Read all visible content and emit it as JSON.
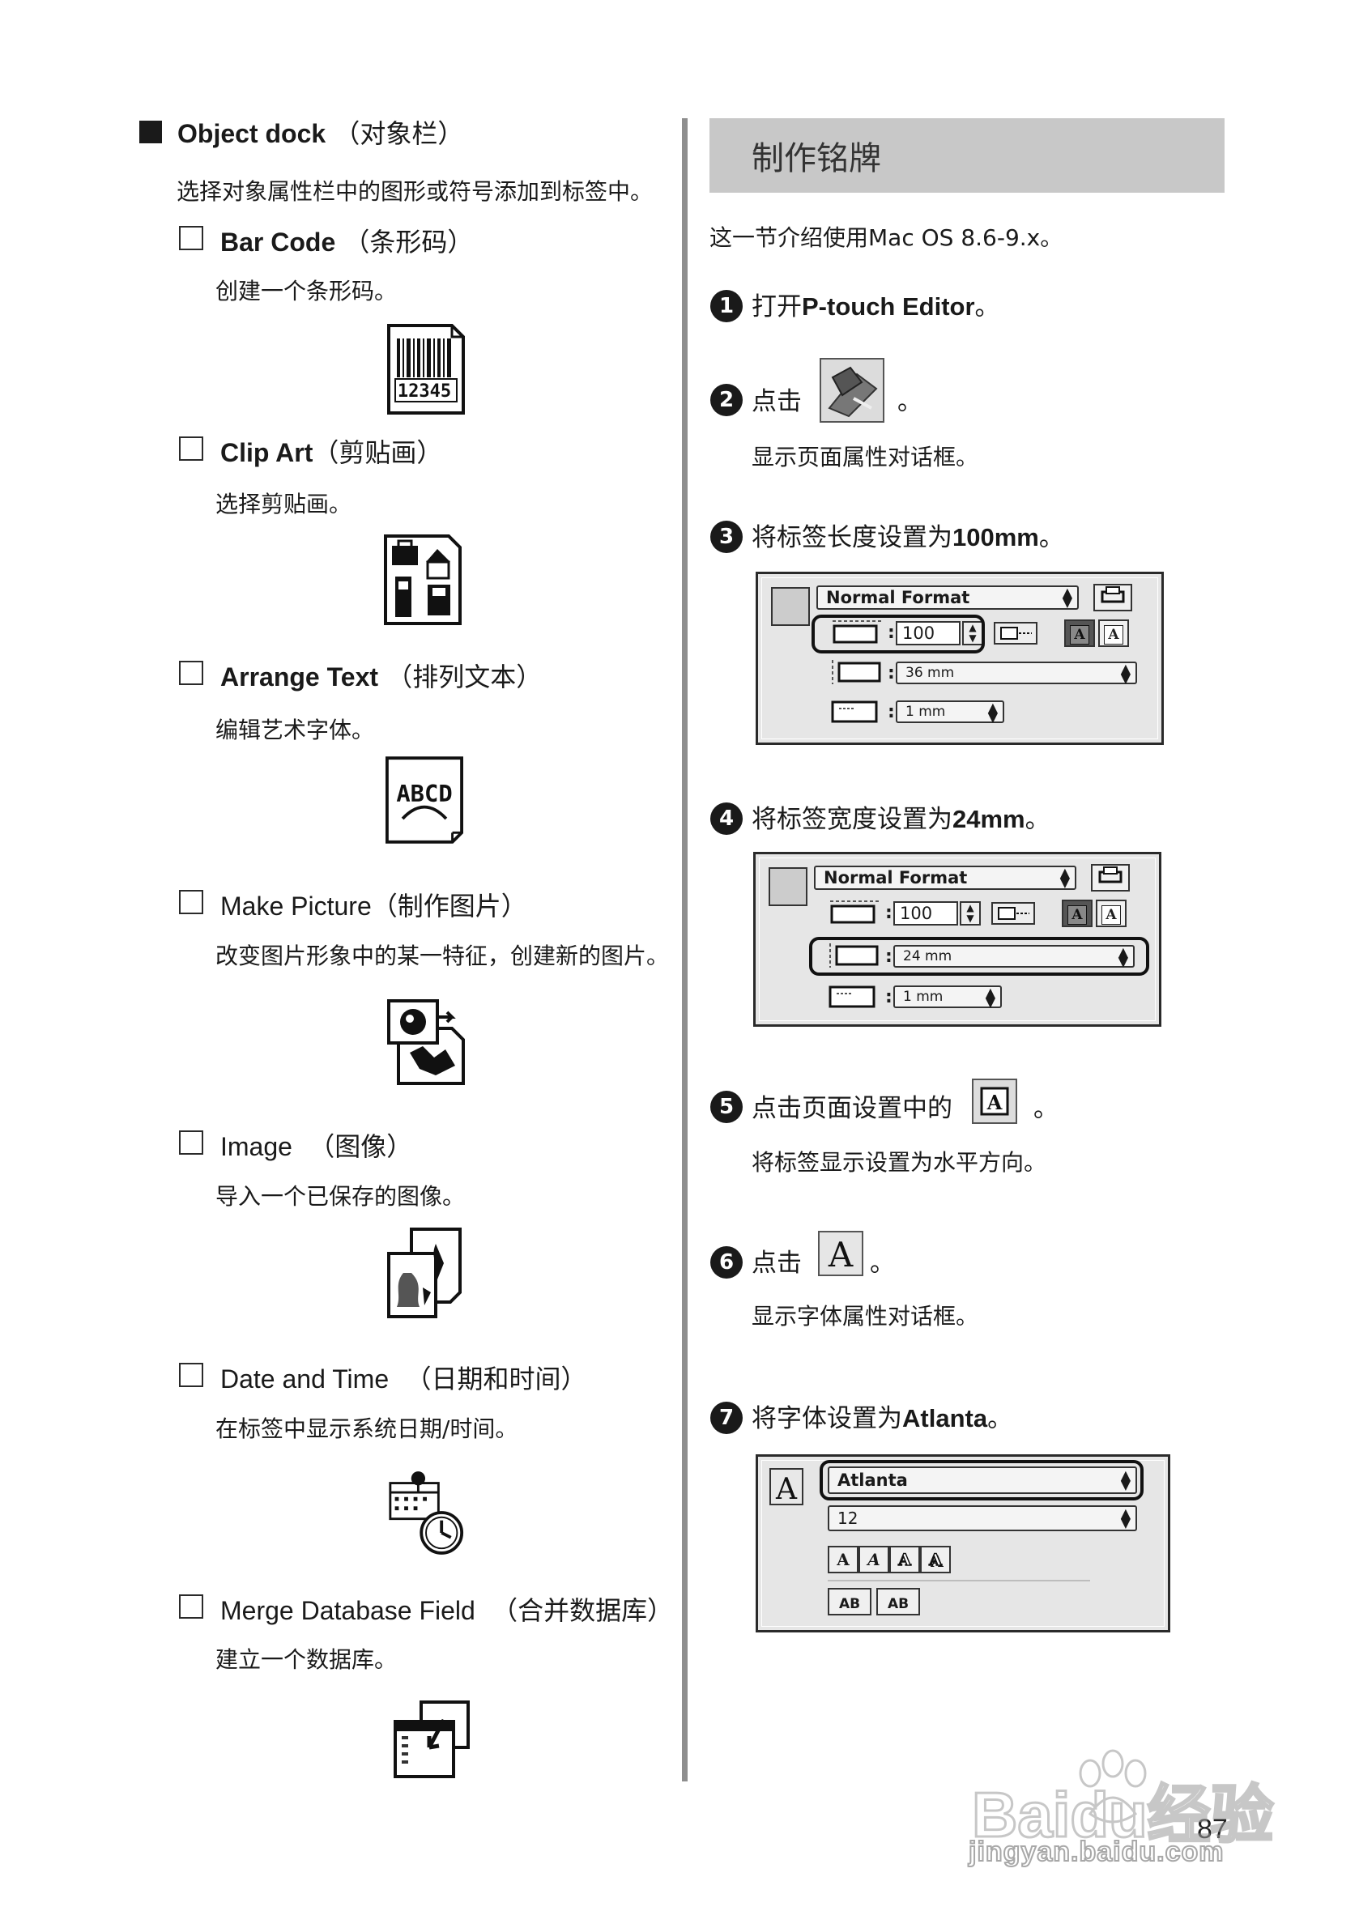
{
  "section": {
    "title_en": "Object dock",
    "title_cn": "（对象栏）",
    "description": "选择对象属性栏中的图形或符号添加到标签中。"
  },
  "items": [
    {
      "title_en": "Bar Code",
      "title_cn": "（条形码）",
      "description": "创建一个条形码。",
      "icon": "barcode-icon",
      "icon_text": "12345"
    },
    {
      "title_en": "Clip Art",
      "title_cn": "（剪贴画）",
      "description": "选择剪贴画。",
      "icon": "clip-art-icon"
    },
    {
      "title_en": "Arrange Text",
      "title_cn": "（排列文本）",
      "description": "编辑艺术字体。",
      "icon": "arrange-text-icon",
      "icon_text": "ABCD"
    },
    {
      "title_en": "Make Picture",
      "title_cn": "（制作图片）",
      "description": "改变图片形象中的某一特征，创建新的图片。",
      "icon": "make-picture-icon"
    },
    {
      "title_en": "Image",
      "title_cn": "（图像）",
      "description": "导入一个已保存的图像。",
      "icon": "image-icon"
    },
    {
      "title_en": "Date and Time",
      "title_cn": "（日期和时间）",
      "description": "在标签中显示系统日期/时间。",
      "icon": "date-time-icon"
    },
    {
      "title_en": "Merge Database Field",
      "title_cn": "（合并数据库）",
      "description": "建立一个数据库。",
      "icon": "database-icon"
    }
  ],
  "banner": {
    "title": "制作铭牌"
  },
  "intro": "这一节介绍使用Mac OS 8.6-9.x。",
  "steps": [
    {
      "num": "1",
      "text_pre": "打开",
      "text_bold": "P-touch Editor",
      "text_post": "。"
    },
    {
      "num": "2",
      "text_pre": "点击",
      "text_post": "。",
      "sub": "显示页面属性对话框。"
    },
    {
      "num": "3",
      "text_pre": "将标签长度设置为",
      "text_bold": "100mm",
      "text_post": "。"
    },
    {
      "num": "4",
      "text_pre": "将标签宽度设置为",
      "text_bold": "24mm",
      "text_post": "。"
    },
    {
      "num": "5",
      "text_pre": "点击页面设置中的",
      "text_post": "。",
      "sub": "将标签显示设置为水平方向。"
    },
    {
      "num": "6",
      "text_pre": "点击",
      "text_post": "。",
      "sub": "显示字体属性对话框。"
    },
    {
      "num": "7",
      "text_pre": "将字体设置为",
      "text_bold": "Atlanta",
      "text_post": "。"
    }
  ],
  "dialog1": {
    "format": "Normal Format",
    "length": "100",
    "width": "36 mm",
    "margin": "1 mm"
  },
  "dialog2": {
    "format": "Normal Format",
    "length": "100",
    "width": "24 mm",
    "margin": "1 mm"
  },
  "dialog3": {
    "font": "Atlanta",
    "size": "12",
    "style_glyph": "A",
    "ab_glyph": "AB",
    "font_button_glyph": "A"
  },
  "page_number": "87",
  "watermark": {
    "brand": "Baidu经验",
    "url": "jingyan.baidu.com"
  }
}
